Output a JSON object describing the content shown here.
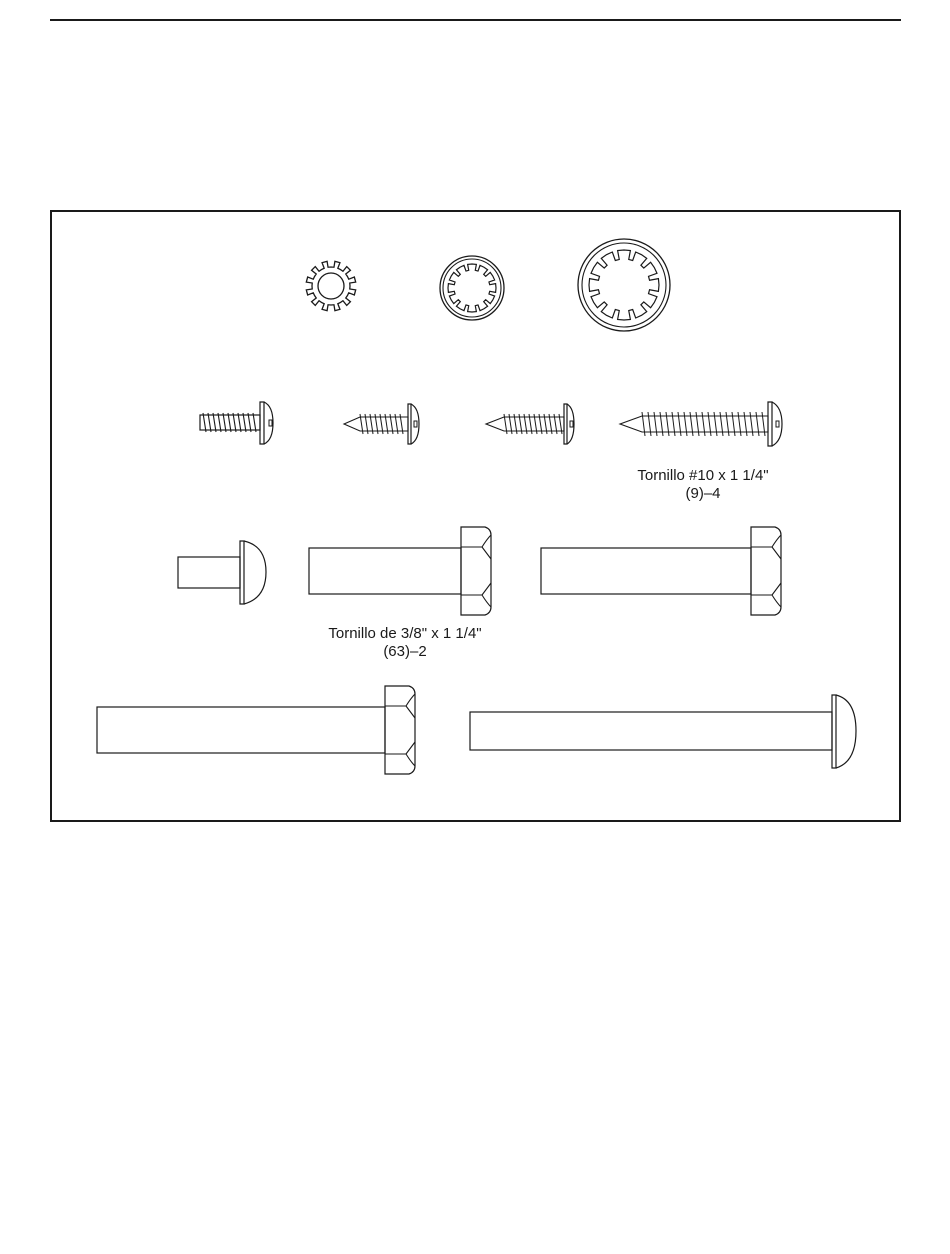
{
  "labels": {
    "screw_10": {
      "name": "Tornillo #10 x 1 1/4\"",
      "key": "(9)–4"
    },
    "bolt_38": {
      "name": "Tornillo de 3/8\" x 1 1/4\"",
      "key": "(63)–2"
    }
  },
  "colors": {
    "ink": "#1a1a1a",
    "paper": "#ffffff"
  },
  "icons": [
    "star-washer-icon",
    "internal-tooth-washer-icon",
    "machine-screw-icon",
    "tapping-screw-icon",
    "button-head-bolt-icon",
    "hex-bolt-icon"
  ]
}
